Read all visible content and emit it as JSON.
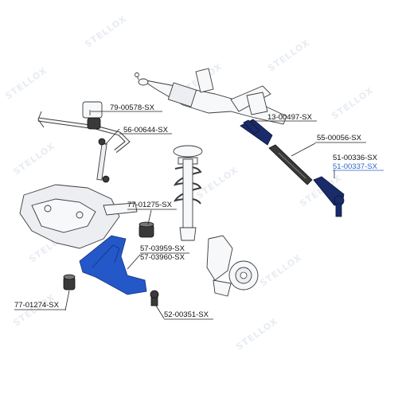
{
  "watermark": {
    "text": "STELLOX"
  },
  "parts": [
    {
      "id": "p1",
      "code": "79-00578-SX",
      "highlight": false
    },
    {
      "id": "p2",
      "code": "56-00644-SX",
      "highlight": false
    },
    {
      "id": "p3",
      "code": "13-00497-SX",
      "highlight": false
    },
    {
      "id": "p4",
      "code": "55-00056-SX",
      "highlight": false
    },
    {
      "id": "p5",
      "code": "51-00336-SX",
      "highlight": false
    },
    {
      "id": "p6",
      "code": "51-00337-SX",
      "highlight": true
    },
    {
      "id": "p7",
      "code": "77-01275-SX",
      "highlight": false
    },
    {
      "id": "p8",
      "code": "57-03959-SX",
      "highlight": false
    },
    {
      "id": "p9",
      "code": "57-03960-SX",
      "highlight": false
    },
    {
      "id": "p10",
      "code": "77-01274-SX",
      "highlight": false
    },
    {
      "id": "p11",
      "code": "52-00351-SX",
      "highlight": false
    }
  ],
  "colors": {
    "accent": "#2458c9",
    "highlight_text": "#2b63c6",
    "line": "#3b3b3b"
  }
}
